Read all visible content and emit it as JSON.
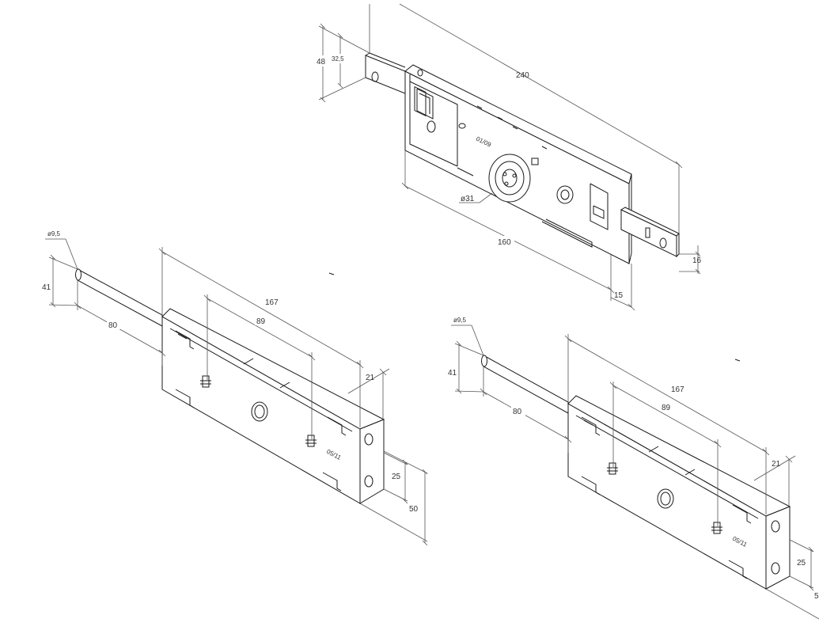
{
  "drawing": {
    "top_view": {
      "dim_overall_length": "240",
      "dim_body_length": "160",
      "dim_height_outer": "48",
      "dim_height_inner": "32,5",
      "dim_cylinder_dia": "ø31",
      "dim_bolt_width": "16",
      "dim_depth": "15",
      "plate_mark": "01/09"
    },
    "bottom_left_view": {
      "dim_pin_dia": "ø9,5",
      "dim_pin_height": "41",
      "dim_pin_length": "80",
      "dim_overall_length": "167",
      "dim_inner_length": "89",
      "dim_thickness": "21",
      "dim_hole_spacing": "25",
      "dim_end_height": "50",
      "plate_mark": "05/11"
    },
    "bottom_right_view": {
      "dim_pin_dia": "ø9,5",
      "dim_pin_height": "41",
      "dim_pin_length": "80",
      "dim_overall_length": "167",
      "dim_inner_length": "89",
      "dim_thickness": "21",
      "dim_hole_spacing": "25",
      "dim_end_height": "5",
      "plate_mark": "05/11"
    }
  }
}
